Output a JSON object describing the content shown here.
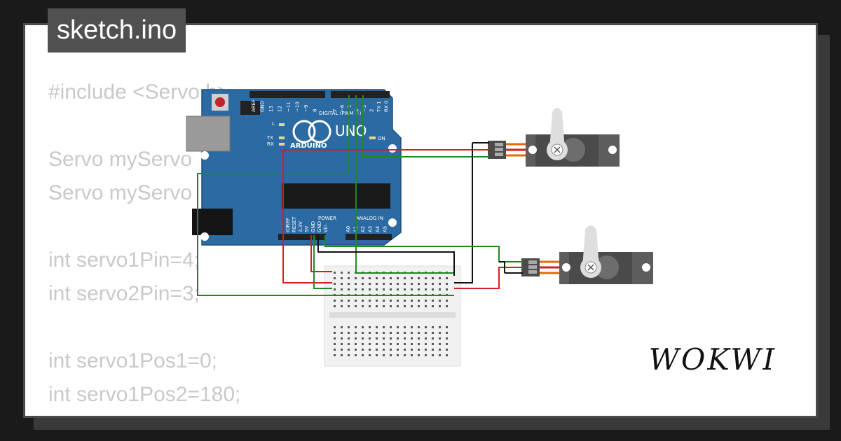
{
  "window": {
    "title": "sketch.ino"
  },
  "brand": {
    "logo": "WOKWI"
  },
  "code_lines": [
    "#include <Servo.h>",
    "",
    "Servo myServo",
    "Servo myServo",
    "",
    "int servo1Pin=4;",
    "int servo2Pin=3;",
    "",
    "int servo1Pos1=0;",
    "int servo1Pos2=180;"
  ],
  "board": {
    "model_label": "UNO",
    "brand_label": "ARDUINO",
    "digital_label": "DIGITAL (PWM ~)",
    "analog_label": "ANALOG IN",
    "power_label": "POWER",
    "led_on": "ON",
    "led_l": "L",
    "led_tx": "TX",
    "led_rx": "RX",
    "top_pins": [
      "AREF",
      "GND",
      "13",
      "12",
      "~11",
      "~10",
      "~9",
      "8",
      "7",
      "~6",
      "~5",
      "4",
      "~3",
      "2",
      "TX 1",
      "RX 0"
    ],
    "bottom_pins": [
      "IOREF",
      "RESET",
      "3.3V",
      "5V",
      "GND",
      "GND",
      "Vin",
      "A0",
      "A1",
      "A2",
      "A3",
      "A4",
      "A5"
    ]
  },
  "colors": {
    "board": "#2b6aa3",
    "wire_red": "#d21f1f",
    "wire_green": "#1f8a1f",
    "wire_black": "#111111",
    "servo_body": "#5d5d5d"
  }
}
